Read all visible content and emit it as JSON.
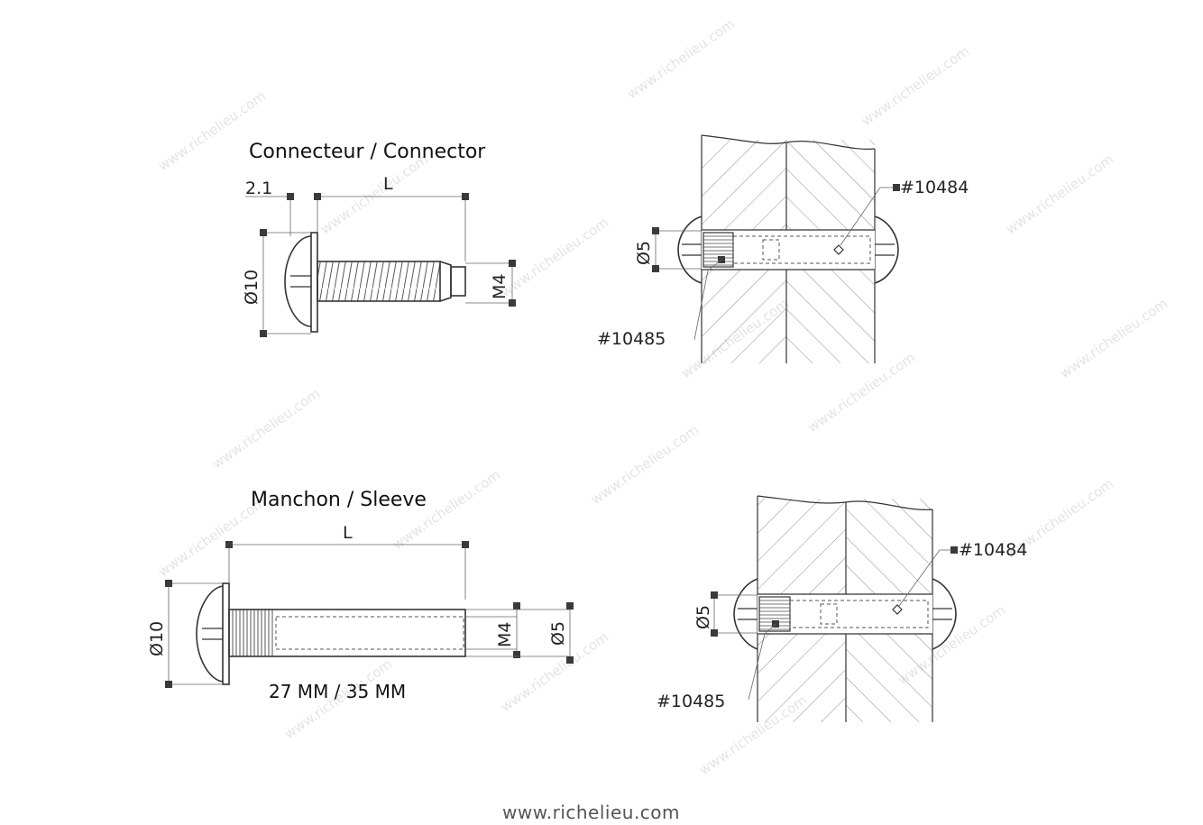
{
  "connector": {
    "title": "Connecteur  / Connector",
    "dims": {
      "head_thickness": "2.1",
      "length": "L",
      "diameter": "Ø10",
      "thread": "M4"
    }
  },
  "sleeve": {
    "title": "Manchon / Sleeve",
    "dims": {
      "length": "L",
      "diameter": "Ø10",
      "thread": "M4",
      "outer": "Ø5"
    },
    "lengths": "27  MM / 35 MM"
  },
  "assembly_top": {
    "hole": "Ø5",
    "connector_ref": "#10484",
    "sleeve_ref": "#10485"
  },
  "assembly_bottom": {
    "hole": "Ø5",
    "connector_ref": "#10484",
    "sleeve_ref": "#10485"
  },
  "watermark": "www.richelieu.com",
  "footer": "www.richelieu.com"
}
